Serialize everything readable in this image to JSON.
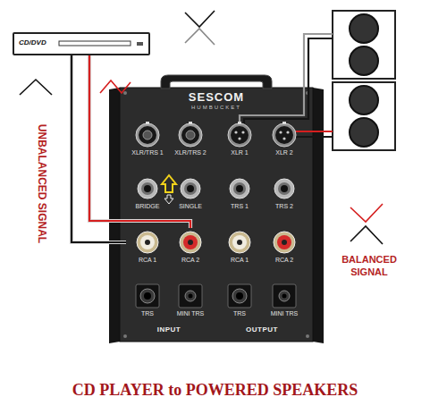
{
  "diagram": {
    "caption": "CD PLAYER to POWERED SPEAKERS",
    "nodes": [
      {
        "text": [
          "CD/DVD"
        ]
      },
      {
        "text": [
          "SESCOM",
          "HUMBUCKET",
          "INPUT",
          "OUTPUT"
        ]
      },
      {
        "text": [
          "XLR/TRS 1"
        ],
        "in": 1
      },
      {
        "text": [
          "XLR/TRS 2"
        ],
        "in": 1
      },
      {
        "text": [
          "XLR 1"
        ],
        "in": 1
      },
      {
        "text": [
          "XLR 2"
        ],
        "in": 1
      },
      {
        "text": [
          "BRIDGE"
        ],
        "in": 1
      },
      {
        "text": [
          "SINGLE"
        ],
        "in": 1
      },
      {
        "text": [
          "TRS 1"
        ],
        "in": 1
      },
      {
        "text": [
          "TRS 2"
        ],
        "in": 1
      },
      {
        "text": [
          "RCA 1"
        ],
        "in": 1
      },
      {
        "text": [
          "RCA 2"
        ],
        "in": 1
      },
      {
        "text": [
          "RCA 1"
        ],
        "in": 1
      },
      {
        "text": [
          "RCA 2"
        ],
        "in": 1
      },
      {
        "text": [
          "TRS"
        ],
        "in": 1
      },
      {
        "text": [
          "MINI TRS"
        ],
        "in": 1
      },
      {
        "text": [
          "TRS"
        ],
        "in": 1
      },
      {
        "text": [
          "MINI TRS"
        ],
        "in": 1
      }
    ],
    "edges": [
      {
        "from": 0,
        "to": 10,
        "arrow": "none"
      },
      {
        "from": 0,
        "to": 11,
        "arrow": "none"
      }
    ],
    "labels": [
      "UNBALANCED SIGNAL",
      "BALANCED SIGNAL"
    ]
  }
}
